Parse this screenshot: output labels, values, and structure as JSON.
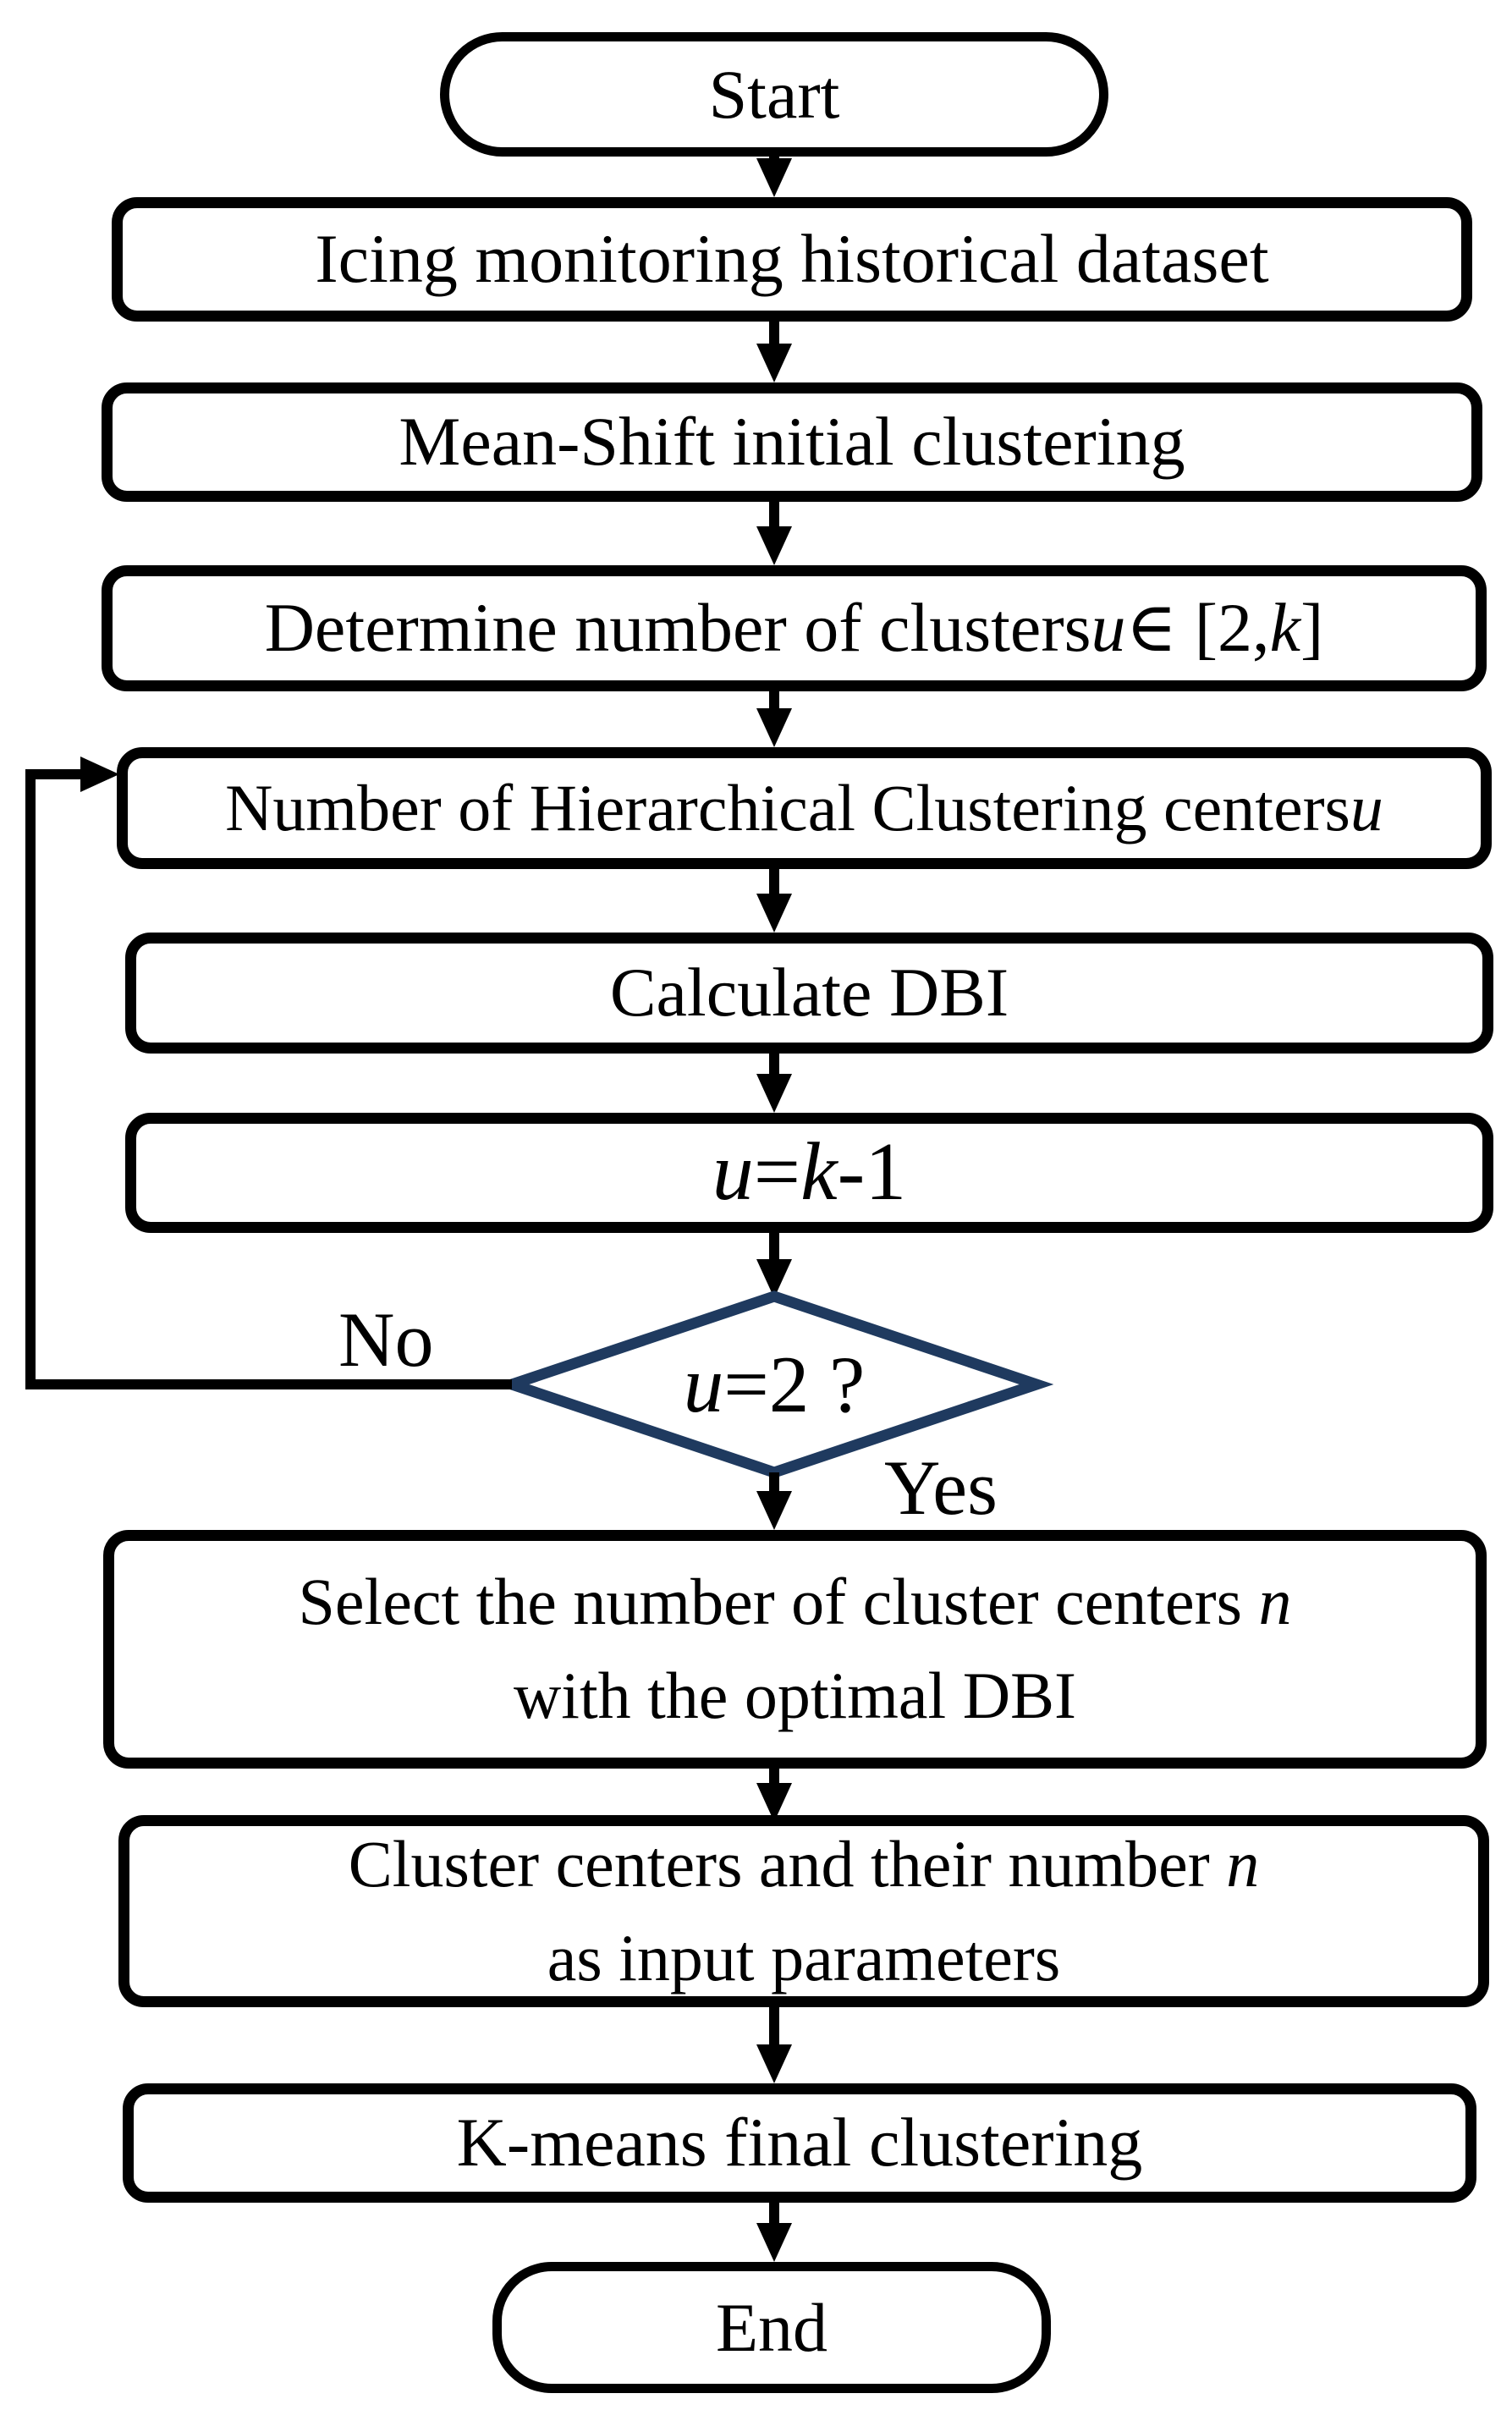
{
  "diagram": {
    "background_color": "#ffffff",
    "line_color": "#000000",
    "decision_border_color": "#1f3a5f",
    "nodes": {
      "start": {
        "type": "terminator",
        "label": "Start"
      },
      "icing_dataset": {
        "type": "process",
        "label": "Icing monitoring historical dataset"
      },
      "mean_shift": {
        "type": "process",
        "label": "Mean-Shift initial clustering"
      },
      "determine_clusters": {
        "type": "process",
        "segments": [
          {
            "t": "Determine number of clusters "
          },
          {
            "t": "u",
            "i": true
          },
          {
            "t": " ∈ [2, "
          },
          {
            "t": "k",
            "i": true
          },
          {
            "t": "]"
          }
        ]
      },
      "hierarchical_centers": {
        "type": "process",
        "segments": [
          {
            "t": "Number of Hierarchical Clustering centers "
          },
          {
            "t": "u",
            "i": true
          }
        ]
      },
      "calculate_dbi": {
        "type": "process",
        "label": "Calculate DBI"
      },
      "decrement_u": {
        "type": "process",
        "segments": [
          {
            "t": "u",
            "i": true
          },
          {
            "t": "="
          },
          {
            "t": "k",
            "i": true
          },
          {
            "t": "-1"
          }
        ]
      },
      "decision_u2": {
        "type": "decision",
        "segments": [
          {
            "t": "u",
            "i": true
          },
          {
            "t": "=2 ?"
          }
        ]
      },
      "select_optimal": {
        "type": "process",
        "line1_segments": [
          {
            "t": "Select the number of cluster centers "
          },
          {
            "t": "n",
            "i": true
          }
        ],
        "line2": "with the optimal DBI"
      },
      "input_params": {
        "type": "process",
        "line1_segments": [
          {
            "t": "Cluster centers and their number "
          },
          {
            "t": "n",
            "i": true
          }
        ],
        "line2": "as input parameters"
      },
      "kmeans": {
        "type": "process",
        "label": "K-means final clustering"
      },
      "end": {
        "type": "terminator",
        "label": "End"
      }
    },
    "edge_labels": {
      "no": "No",
      "yes": "Yes"
    },
    "edges": [
      {
        "from": "start",
        "to": "icing_dataset"
      },
      {
        "from": "icing_dataset",
        "to": "mean_shift"
      },
      {
        "from": "mean_shift",
        "to": "determine_clusters"
      },
      {
        "from": "determine_clusters",
        "to": "hierarchical_centers"
      },
      {
        "from": "hierarchical_centers",
        "to": "calculate_dbi"
      },
      {
        "from": "calculate_dbi",
        "to": "decrement_u"
      },
      {
        "from": "decrement_u",
        "to": "decision_u2"
      },
      {
        "from": "decision_u2",
        "to": "hierarchical_centers",
        "label": "No"
      },
      {
        "from": "decision_u2",
        "to": "select_optimal",
        "label": "Yes"
      },
      {
        "from": "select_optimal",
        "to": "input_params"
      },
      {
        "from": "input_params",
        "to": "kmeans"
      },
      {
        "from": "kmeans",
        "to": "end"
      }
    ]
  }
}
